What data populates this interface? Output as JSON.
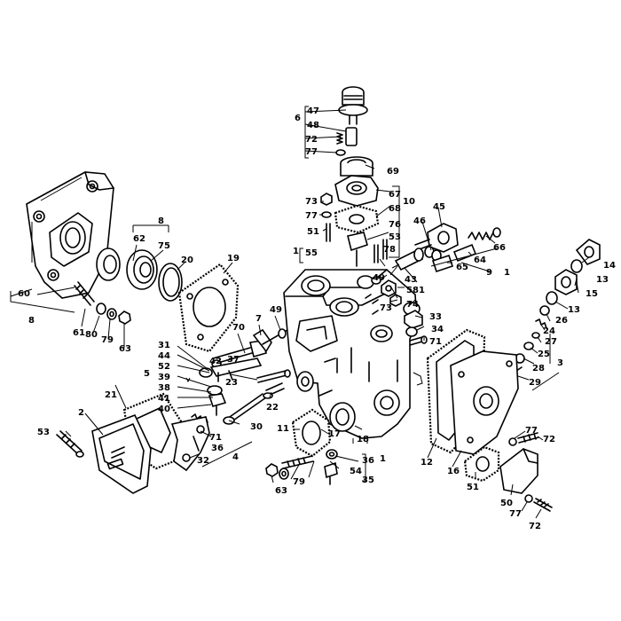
{
  "callouts": {
    "c1a": "1",
    "c1b": "1",
    "c1c": "1",
    "c1d": "1",
    "c2": "2",
    "c3": "3",
    "c4": "4",
    "c5": "5",
    "c6": "6",
    "c7": "7",
    "c8a": "8",
    "c8b": "8",
    "c9": "9",
    "c10": "10",
    "c11": "11",
    "c12": "12",
    "c13a": "13",
    "c13b": "13",
    "c14": "14",
    "c15": "15",
    "c16": "16",
    "c17": "17",
    "c18": "18",
    "c19": "19",
    "c20": "20",
    "c21": "21",
    "c22": "22",
    "c23": "23",
    "c24": "24",
    "c25": "25",
    "c26": "26",
    "c27": "27",
    "c28": "28",
    "c29": "29",
    "c30": "30",
    "c31": "31",
    "c32": "32",
    "c33": "33",
    "c34": "34",
    "c35": "35",
    "c36a": "36",
    "c36b": "36",
    "c37": "37",
    "c38": "38",
    "c39": "39",
    "c40": "40",
    "c41": "41",
    "c42": "42",
    "c43": "43",
    "c44": "44",
    "c45": "45",
    "c46": "46",
    "c47": "47",
    "c48": "48",
    "c49a": "49",
    "c49b": "49",
    "c50": "50",
    "c51a": "51",
    "c51b": "51",
    "c52": "52",
    "c53a": "53",
    "c53b": "53",
    "c54": "54",
    "c55": "55",
    "c58": "58",
    "c60": "60",
    "c61": "61",
    "c62": "62",
    "c63a": "63",
    "c63b": "63",
    "c64": "64",
    "c65": "65",
    "c66": "66",
    "c67": "67",
    "c68": "68",
    "c69": "69",
    "c70": "70",
    "c71a": "71",
    "c71b": "71",
    "c72a": "72",
    "c72b": "72",
    "c72c": "72",
    "c73a": "73",
    "c73b": "73",
    "c74": "74",
    "c75": "75",
    "c76": "76",
    "c77a": "77",
    "c77b": "77",
    "c77c": "77",
    "c77d": "77",
    "c78": "78",
    "c79a": "79",
    "c79b": "79",
    "c80": "80"
  }
}
